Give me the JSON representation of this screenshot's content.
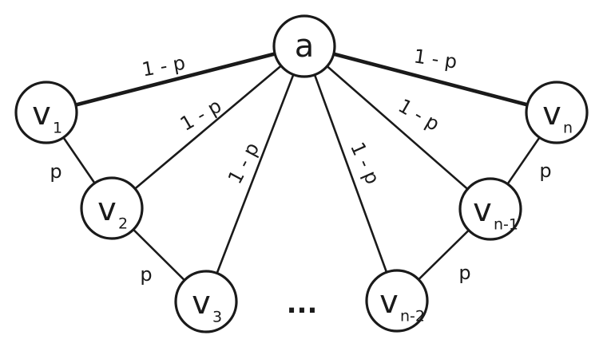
{
  "nodes": [
    {
      "id": "a",
      "main": "a",
      "sub": ""
    },
    {
      "id": "v1",
      "main": "v",
      "sub": "1"
    },
    {
      "id": "v2",
      "main": "v",
      "sub": "2"
    },
    {
      "id": "v3",
      "main": "v",
      "sub": "3"
    },
    {
      "id": "vn2",
      "main": "v",
      "sub": "n-2"
    },
    {
      "id": "vn1",
      "main": "v",
      "sub": "n-1"
    },
    {
      "id": "vn",
      "main": "v",
      "sub": "n"
    }
  ],
  "edges": [
    {
      "from": "a",
      "to": "v1",
      "label": "1 - p"
    },
    {
      "from": "a",
      "to": "v2",
      "label": "1 - p"
    },
    {
      "from": "a",
      "to": "v3",
      "label": "1 - p"
    },
    {
      "from": "a",
      "to": "vn2",
      "label": "1 - p"
    },
    {
      "from": "a",
      "to": "vn1",
      "label": "1 - p"
    },
    {
      "from": "a",
      "to": "vn",
      "label": "1 - p"
    },
    {
      "from": "v1",
      "to": "v2",
      "label": "p"
    },
    {
      "from": "v2",
      "to": "v3",
      "label": "p"
    },
    {
      "from": "vn2",
      "to": "vn1",
      "label": "p"
    },
    {
      "from": "vn1",
      "to": "vn",
      "label": "p"
    }
  ],
  "ellipsis": "...",
  "colors": {
    "ink": "#1a1a1a",
    "background": "#ffffff"
  }
}
